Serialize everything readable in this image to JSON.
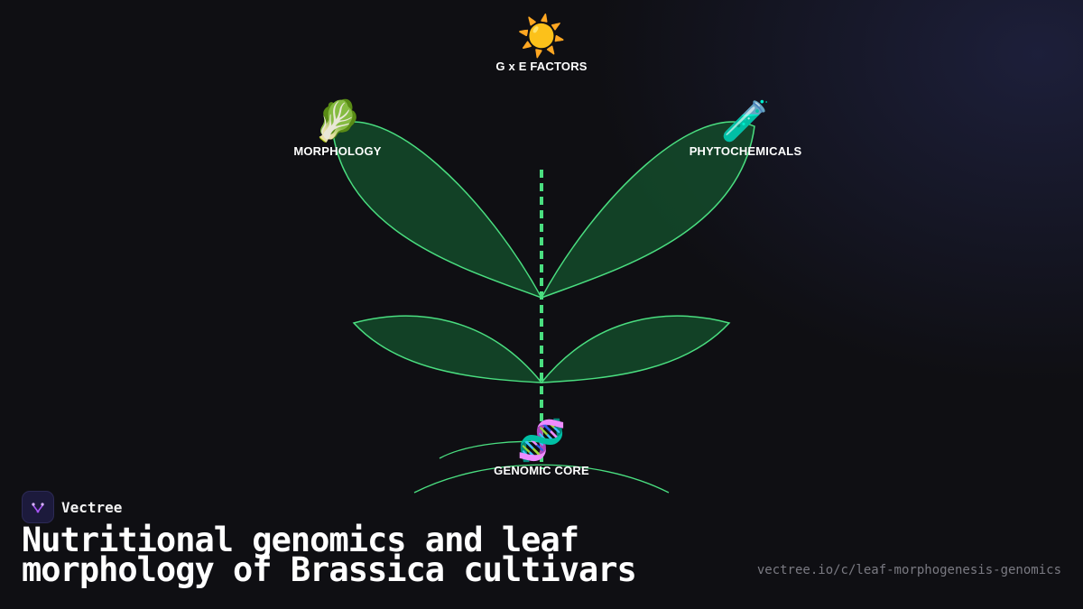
{
  "nodes": {
    "sun": {
      "emoji": "☀️",
      "label": "G x E FACTORS",
      "icon": "sun-icon"
    },
    "morphology": {
      "emoji": "🥬",
      "label": "MORPHOLOGY",
      "icon": "leafy-green-icon"
    },
    "phyto": {
      "emoji": "🧪",
      "label": "PHYTOCHEMICALS",
      "icon": "test-tube-icon"
    },
    "genomic": {
      "emoji": "🧬",
      "label": "GENOMIC CORE",
      "icon": "dna-icon"
    }
  },
  "brand": {
    "name": "Vectree",
    "icon": "vectree-logo-icon"
  },
  "title": "Nutritional genomics and leaf morphology of Brassica cultivars",
  "url": "vectree.io/c/leaf-morphogenesis-genomics",
  "colors": {
    "background": "#0f0f13",
    "leaf_stroke": "#4ade80",
    "leaf_fill": "#14532d",
    "stem": "#4ade80",
    "logo_accent": "#a855f7"
  }
}
